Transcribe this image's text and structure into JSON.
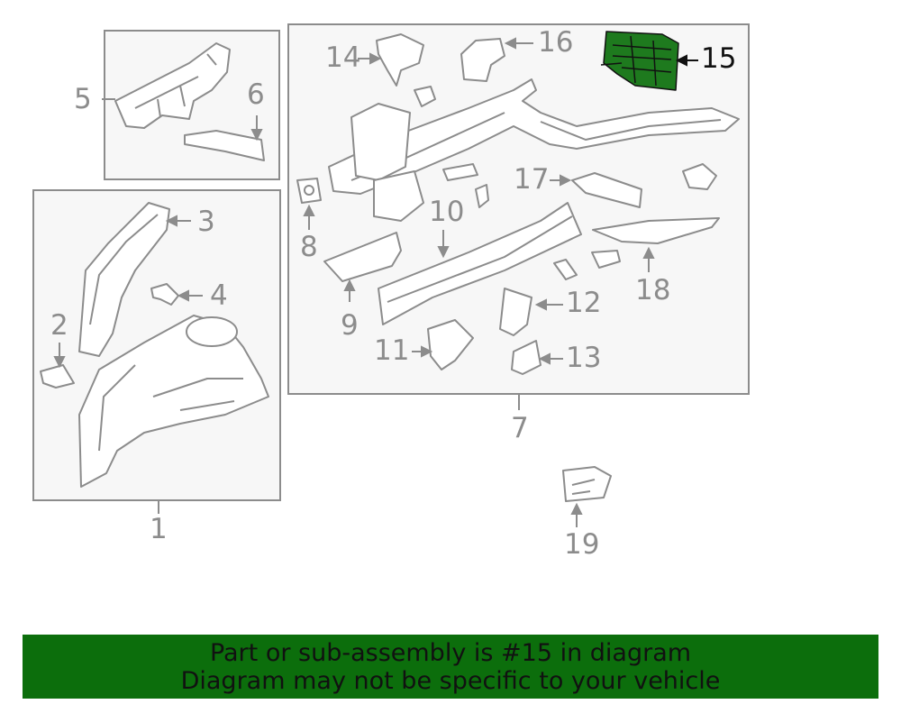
{
  "diagram": {
    "highlight_color": "#1e7a1e",
    "part_stroke": "#8c8c8c",
    "box_fill": "#f7f7f7",
    "callouts": {
      "c1": "1",
      "c2": "2",
      "c3": "3",
      "c4": "4",
      "c5": "5",
      "c6": "6",
      "c7": "7",
      "c8": "8",
      "c9": "9",
      "c10": "10",
      "c11": "11",
      "c12": "12",
      "c13": "13",
      "c14": "14",
      "c15": "15",
      "c16": "16",
      "c17": "17",
      "c18": "18",
      "c19": "19"
    },
    "highlighted_part": "15"
  },
  "banner": {
    "line1": "Part or sub-assembly is #15 in diagram",
    "line2": "Diagram may not be specific to your vehicle",
    "bg_color": "#0c6e0c"
  }
}
